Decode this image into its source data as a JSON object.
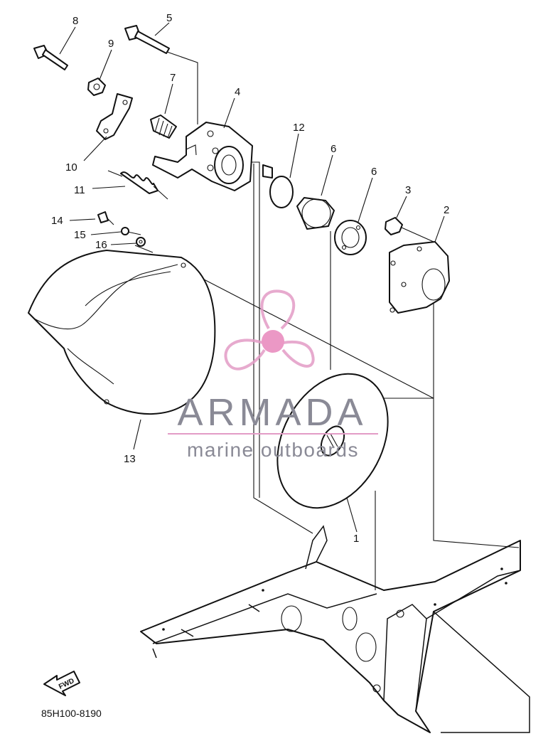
{
  "diagram": {
    "part_numbers": [
      "1",
      "2",
      "3",
      "4",
      "5",
      "6",
      "6",
      "7",
      "8",
      "9",
      "10",
      "11",
      "12",
      "13",
      "14",
      "15",
      "16"
    ],
    "fwd_label": "FWD",
    "drawing_code": "85H100-8190"
  },
  "watermark": {
    "brand": "ARMADA",
    "tagline": "marine outboards",
    "colors": {
      "brand_text": "#8a8a96",
      "logo": "#e39cc6",
      "logo_center": "#e887bc"
    }
  }
}
